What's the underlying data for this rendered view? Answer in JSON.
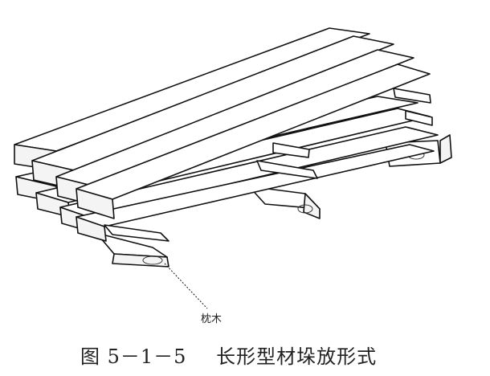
{
  "figure": {
    "label_sleeper": "枕木",
    "caption_number": "图 5－1－5",
    "caption_title": "长形型材垛放形式"
  }
}
